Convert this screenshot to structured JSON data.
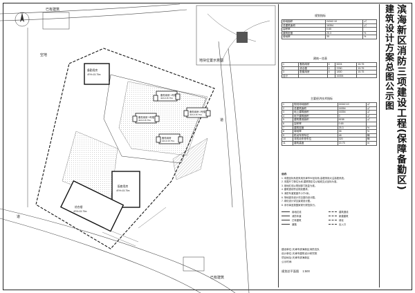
{
  "header": {
    "title_line1": "滨海新区消防三项建设工程(保障备勤区)",
    "title_line2": "建筑设计方案总图公示图"
  },
  "site": {
    "north_building_label": "已有建筑",
    "south_building_label": "已有建筑",
    "vacant_label": "空地",
    "road_label": "道",
    "keyplan_label": "地块位置示意图",
    "buildings": [
      {
        "name": "备勤用房",
        "floors": "4F/H=15.75m"
      },
      {
        "name": "备勤用房",
        "floors": "4F/H=15.75m"
      },
      {
        "name": "备勤用房 3号楼",
        "floors": "4F/H=15.75m"
      },
      {
        "name": "备勤用房 2号楼",
        "floors": "4F/H=15.75m"
      },
      {
        "name": "备勤用房 1号楼",
        "floors": "4F/H=15.75m"
      },
      {
        "name": "配套用房",
        "floors": "4F/H=15.75m"
      },
      {
        "name": "综合楼",
        "floors": "4F/H=15.75m"
      }
    ]
  },
  "tables": {
    "table1": {
      "title": "规划指标",
      "rows": [
        [
          "用地面积",
          "24342.10",
          "㎡"
        ],
        [
          "总建筑面积",
          "16354",
          "㎡"
        ],
        [
          "容积率",
          "0.65",
          ""
        ],
        [
          "建筑密度",
          "25.3",
          "%"
        ],
        [
          "绿地率",
          "35",
          "%"
        ]
      ]
    },
    "table2": {
      "title": "建筑一览表",
      "rows": [
        [
          "1",
          "备勤用房",
          "4",
          "5224",
          "15.75"
        ],
        [
          "2",
          "综合楼",
          "4",
          "3780",
          "15.75"
        ],
        [
          "3",
          "配套用房",
          "4",
          "1830",
          "15.75"
        ],
        [
          "合计",
          "",
          "",
          "16354",
          ""
        ]
      ]
    },
    "table3": {
      "title": "主要经济技术指标",
      "rows": [
        [
          "1",
          "规划用地面积",
          "24342.10",
          "㎡"
        ],
        [
          "2",
          "总建筑面积",
          "16354",
          "㎡"
        ],
        [
          "3",
          "地上建筑面积",
          "16354",
          "㎡"
        ],
        [
          "4",
          "地下建筑面积",
          "0",
          "㎡"
        ],
        [
          "5",
          "建筑基底面积",
          "6158",
          "㎡"
        ],
        [
          "6",
          "容积率",
          "0.65",
          ""
        ],
        [
          "7",
          "建筑密度",
          "25.3",
          "%"
        ],
        [
          "8",
          "绿地率",
          "35",
          "%"
        ],
        [
          "9",
          "机动车停车位",
          "48",
          "辆"
        ],
        [
          "10",
          "非机动车停车位",
          "320",
          "辆"
        ],
        [
          "11",
          "建筑高度",
          "15.75",
          "m"
        ]
      ]
    }
  },
  "notes": {
    "title": "说明:",
    "lines": [
      "1. 本图坐标系统采用天津市90坐标系,高程采用大沽高程系统。",
      "2. 本图尺寸单位为米,建筑物定位以轴线交点坐标为准。",
      "3. 用地红线以规划部门批复为准。",
      "4. 建筑退线符合规划要求。",
      "5. 消防车道宽度不小于4米。",
      "6. 场地竖向设计详见竖向设计图。",
      "7. 绿化设计详见景观设计图。",
      "8. 未尽事宜按国家现行规范执行。"
    ]
  },
  "legend": {
    "items": [
      "用地红线",
      "建筑退线",
      "消防车道",
      "新建建筑",
      "已有建筑",
      "绿化",
      "道路",
      "出入口"
    ]
  },
  "footer": {
    "lines": [
      "建设单位:天津市滨海新区消防支队",
      "设计单位:天津市建筑设计研究院",
      "项目地址:天津市滨海新区",
      "公示时间:"
    ],
    "caption": "规划总平面图",
    "scale": "1:500"
  }
}
